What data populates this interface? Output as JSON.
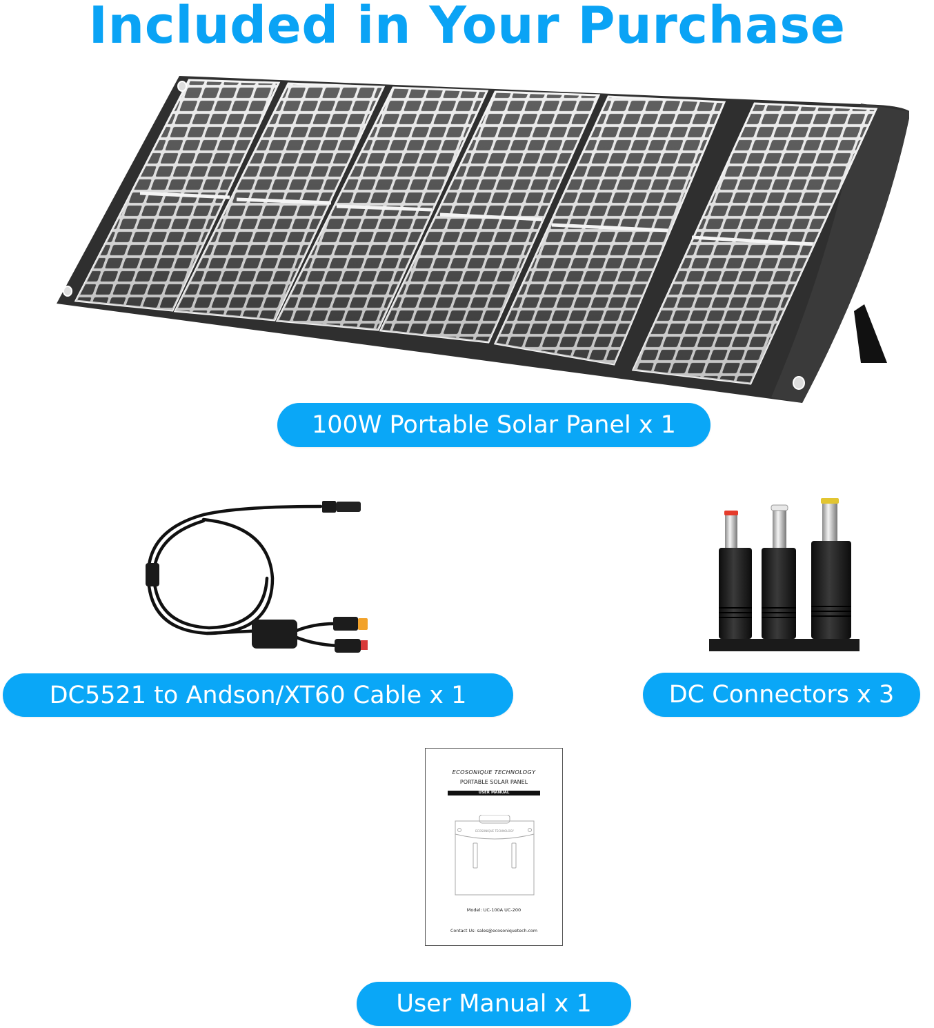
{
  "header": {
    "title": "Included in Your Purchase",
    "accent_color": "#0aa3f5"
  },
  "items": [
    {
      "label": "100W Portable Solar Panel x 1",
      "image": "solar-panel-image"
    },
    {
      "label": "DC5521 to Andson/XT60 Cable x 1",
      "image": "cable-image"
    },
    {
      "label": "DC Connectors x 3",
      "image": "dc-connectors-image"
    },
    {
      "label": "User Manual x 1",
      "image": "user-manual-image"
    }
  ],
  "pill_color": "#0aa7f7",
  "manual": {
    "brand": "ECOSONIQUE TECHNOLOGY",
    "product": "PORTABLE SOLAR PANEL",
    "doc_type": "USER MANUAL",
    "cover_logo_text": "ECOSONIQUE TECHNOLOGY",
    "model": "Model:  UC-100A  UC-200",
    "contact": "Contact Us:  sales@ecosoniquetech.com"
  }
}
